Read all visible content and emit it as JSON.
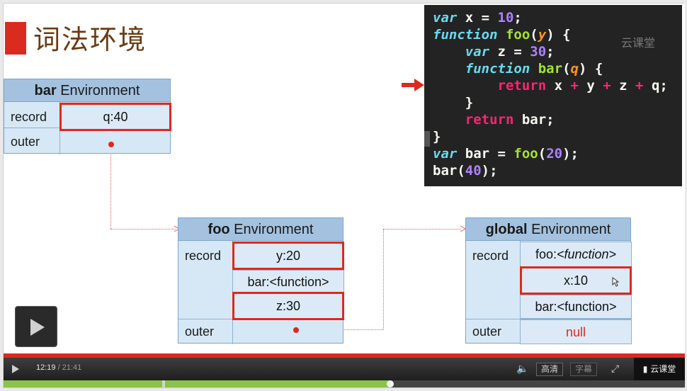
{
  "slide": {
    "title": "词法环境",
    "code_lines": [
      [
        "var",
        " x = ",
        "10",
        ";"
      ],
      [
        "function",
        " ",
        "foo",
        "(",
        "y",
        ") {"
      ],
      [
        "    var",
        " z = ",
        "30",
        ";"
      ],
      [
        "    function",
        " ",
        "bar",
        "(",
        "q",
        ") {"
      ],
      [
        "        return",
        " x ",
        "+",
        " y ",
        "+",
        " z ",
        "+",
        " q;"
      ],
      [
        "    }"
      ],
      [
        "    return",
        " bar;"
      ],
      [
        "}"
      ],
      [
        "var",
        " bar = ",
        "foo",
        "(",
        "20",
        ");"
      ],
      [
        "bar",
        "(",
        "40",
        ");"
      ]
    ],
    "code_watermark": "云课堂",
    "bar_env": {
      "name": "bar",
      "suffix": " Environment",
      "record_label": "record",
      "outer_label": "outer",
      "record_value": "q:40"
    },
    "foo_env": {
      "name": "foo",
      "suffix": " Environment",
      "record_label": "record",
      "outer_label": "outer",
      "values": [
        "y:20",
        "bar:<function>",
        "z:30"
      ]
    },
    "global_env": {
      "name": "global",
      "suffix": " Environment",
      "record_label": "record",
      "outer_label": "outer",
      "foo_prefix": "foo:",
      "foo_fn": "<function>",
      "x_value": "x:10",
      "bar_value": "bar:<function>",
      "outer_value": "null"
    }
  },
  "player": {
    "current_time": "12:19",
    "separator": " / ",
    "duration": "21:41",
    "quality_hd": "高清",
    "subtitles": "字幕",
    "brand": "云课堂",
    "progress_fraction": 0.568,
    "accent": "#8bc34a",
    "brand_red": "#d92b1e"
  }
}
